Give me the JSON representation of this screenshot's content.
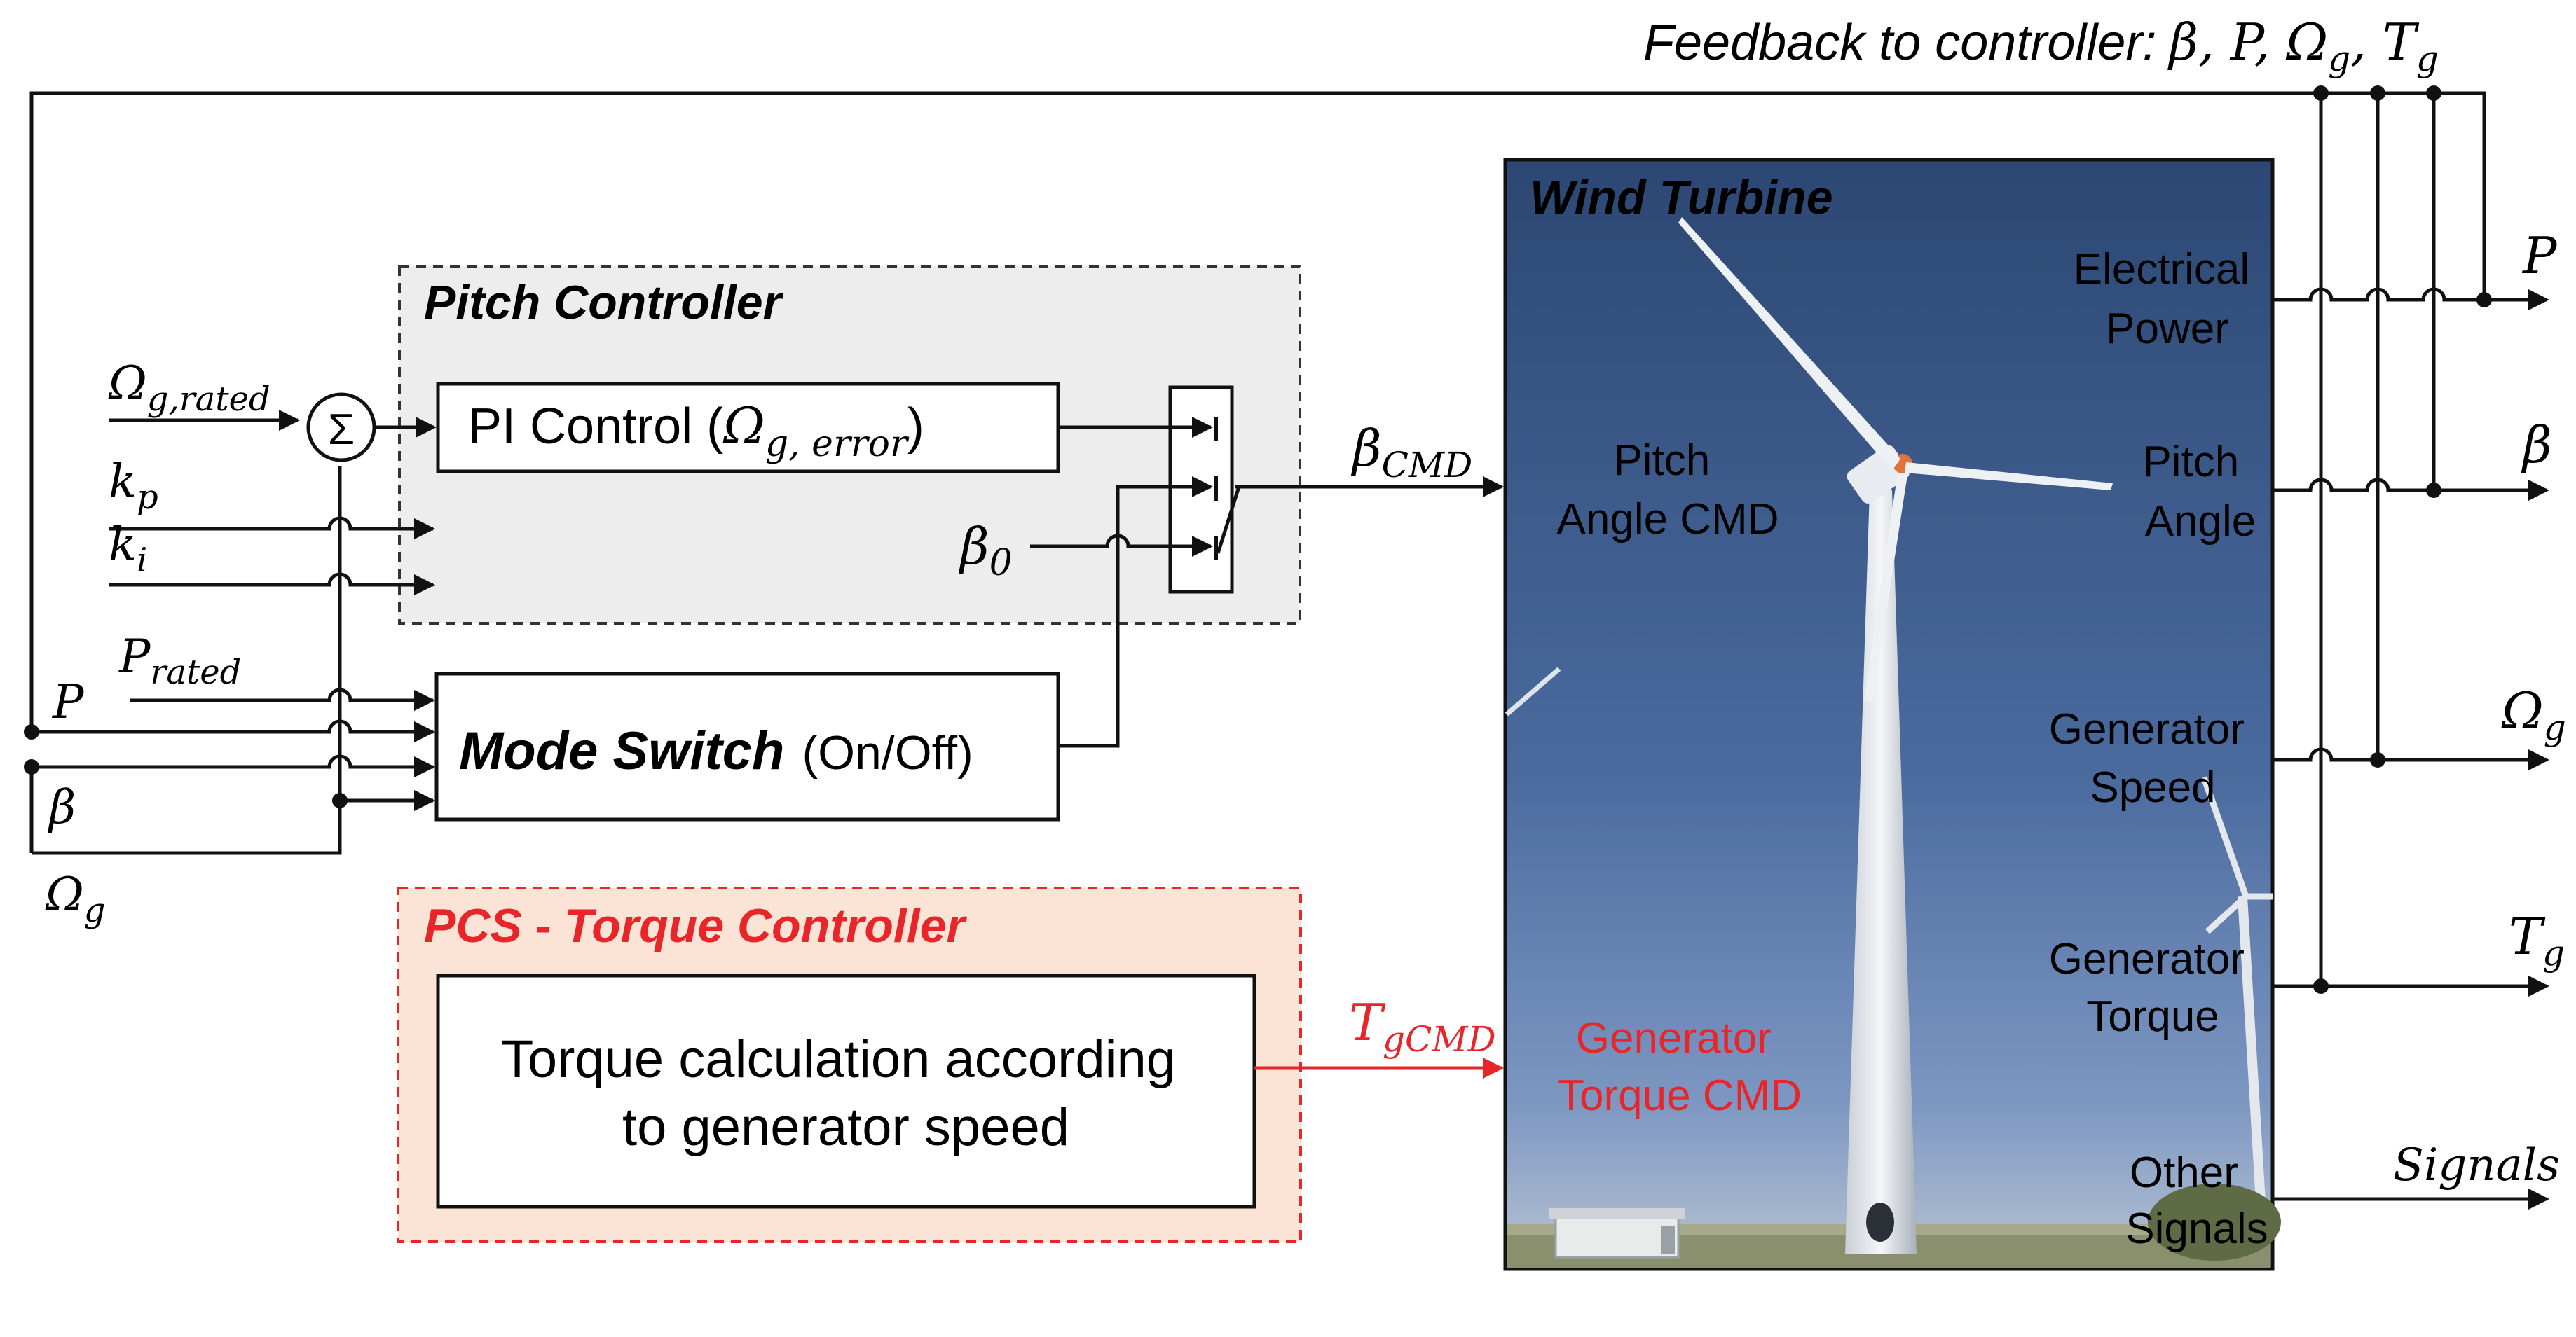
{
  "feedback": {
    "label": "Feedback to controller:",
    "symbols": "β, P, Ω",
    "omega_sub": "g",
    "sep": ", T",
    "t_sub": "g"
  },
  "inputs": {
    "omega_rated": "Ω",
    "omega_rated_sub": "g,rated",
    "sigma": "Σ",
    "kp": "k",
    "kp_sub": "p",
    "ki": "k",
    "ki_sub": "i",
    "p_rated": "P",
    "p_rated_sub": "rated",
    "p": "P",
    "beta": "β",
    "omega_g": "Ω",
    "omega_g_sub": "g"
  },
  "pitch_controller": {
    "title": "Pitch Controller",
    "pi_label": "PI Control (",
    "pi_omega": "Ω",
    "pi_sub": "g, error",
    "pi_close": ")",
    "beta0": "β",
    "beta0_sub": "0"
  },
  "mode_switch": {
    "label_bold": "Mode Switch",
    "label_rest": "(On/Off)"
  },
  "torque_controller": {
    "title": "PCS - Torque Controller",
    "line1": "Torque calculation according",
    "line2": "to generator speed"
  },
  "commands": {
    "beta_cmd": "β",
    "beta_cmd_sub": "CMD",
    "t_cmd": "T",
    "t_cmd_sub": "gCMD"
  },
  "wind_turbine": {
    "title": "Wind Turbine",
    "pitch_cmd_1": "Pitch",
    "pitch_cmd_2": "Angle CMD",
    "gen_torque_cmd_1": "Generator",
    "gen_torque_cmd_2": "Torque CMD",
    "elec_power_1": "Electrical",
    "elec_power_2": "Power",
    "pitch_angle_1": "Pitch",
    "pitch_angle_2": "Angle",
    "gen_speed_1": "Generator",
    "gen_speed_2": "Speed",
    "gen_torque_1": "Generator",
    "gen_torque_2": "Torque",
    "other_1": "Other",
    "other_2": "Signals"
  },
  "outputs": {
    "p": "P",
    "beta": "β",
    "omega": "Ω",
    "omega_sub": "g",
    "t": "T",
    "t_sub": "g",
    "signals": "Signals"
  },
  "colors": {
    "line": "#111111",
    "red": "#e8262a",
    "pitch_box_fill": "#ededed",
    "torque_box_fill": "#fbe3d6",
    "sky_top": "#2e4c78",
    "sky_bottom": "#6f8fbf"
  }
}
